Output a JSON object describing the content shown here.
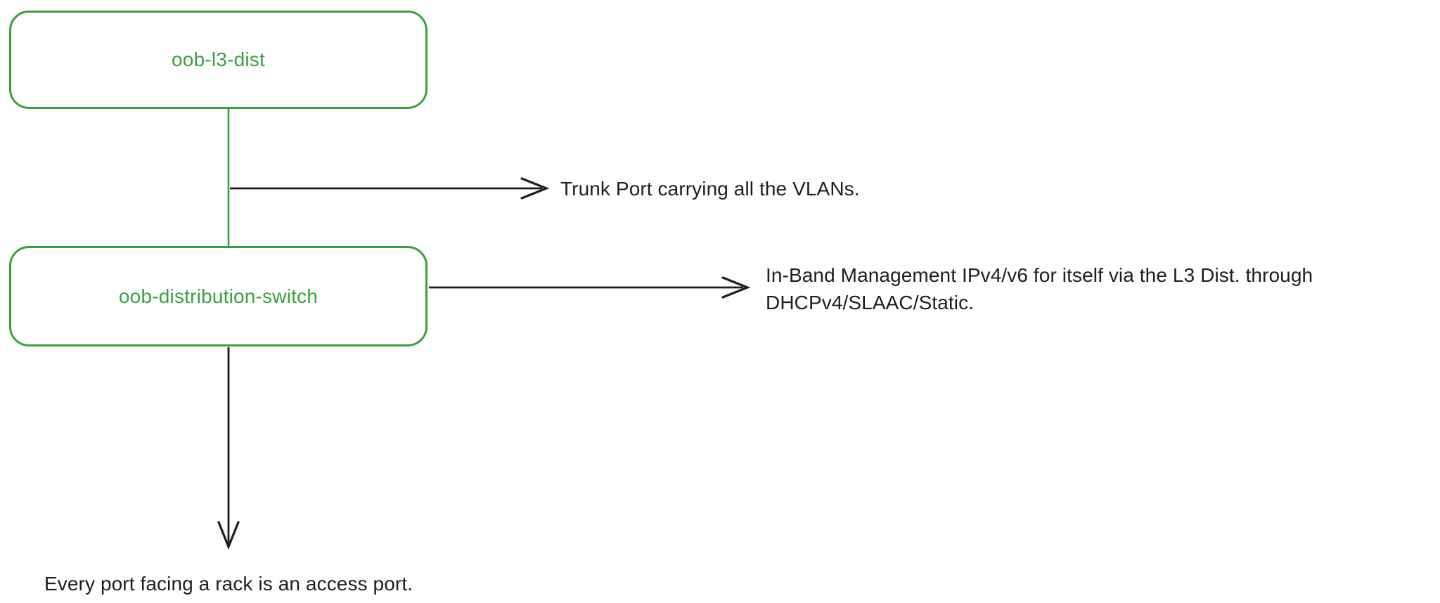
{
  "colors": {
    "node_stroke": "#3AA042",
    "node_label_text": "#3AA042",
    "connector_green": "#3AA042",
    "arrow_black": "#1E1E1E",
    "annotation_text": "#1E1E1E",
    "background": "#FFFFFF"
  },
  "nodes": {
    "l3_dist": {
      "label": "oob-l3-dist"
    },
    "distribution_switch": {
      "label": "oob-distribution-switch"
    }
  },
  "connectors": {
    "l3_to_dist": "green-line",
    "trunk_arrow": "black-open-arrow-right",
    "inband_arrow": "black-open-arrow-right",
    "access_arrow": "black-open-arrow-down"
  },
  "annotations": {
    "trunk": "Trunk Port carrying all the VLANs.",
    "inband": {
      "lines": [
        "In-Band Management IPv4/v6 for itself via the L3 Dist. through",
        "DHCPv4/SLAAC/Static."
      ]
    },
    "access": "Every port facing a rack is an access port."
  }
}
